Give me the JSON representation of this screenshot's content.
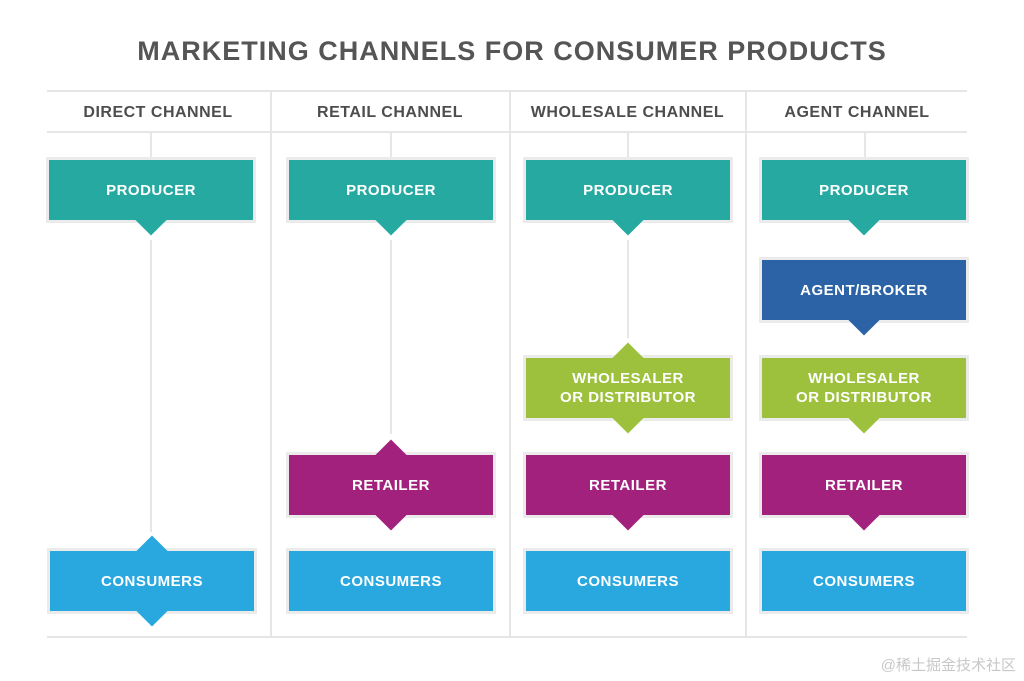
{
  "title": "MARKETING CHANNELS FOR CONSUMER PRODUCTS",
  "columns": [
    {
      "header": "DIRECT CHANNEL"
    },
    {
      "header": "RETAIL CHANNEL"
    },
    {
      "header": "WHOLESALE CHANNEL"
    },
    {
      "header": "AGENT CHANNEL"
    }
  ],
  "boxes": {
    "producer": "PRODUCER",
    "agent_broker": "AGENT/BROKER",
    "wholesaler": "WHOLESALER\nOR DISTRIBUTOR",
    "retailer": "RETAILER",
    "consumers": "CONSUMERS"
  },
  "colors": {
    "producer": "#26a9a1",
    "agent_broker": "#2b63a6",
    "wholesaler": "#9dc13d",
    "retailer": "#a1217d",
    "consumers": "#29a8e0"
  },
  "watermark": "@稀土掘金技术社区"
}
